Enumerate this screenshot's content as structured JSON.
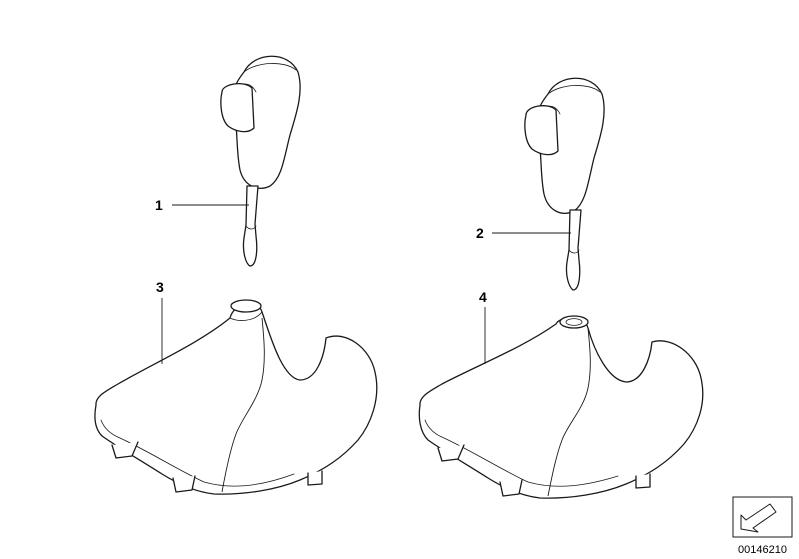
{
  "callouts": {
    "part_1": "1",
    "part_2": "2",
    "part_3": "3",
    "part_4": "4"
  },
  "reference_number": "00146210",
  "colors": {
    "line": "#1a1a1a",
    "background": "#ffffff"
  }
}
